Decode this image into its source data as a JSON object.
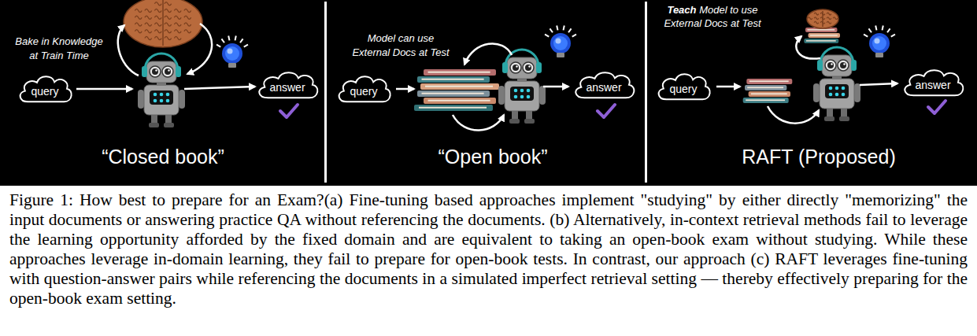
{
  "diagram": {
    "caption": "Figure 1: How best to prepare for an Exam?(a) Fine-tuning based approaches implement \"studying\" by either directly \"memorizing\" the input documents or answering practice QA without referencing the documents. (b) Alternatively, in-context retrieval methods fail to leverage the learning opportunity afforded by the fixed domain and are equivalent to taking an open-book exam without studying. While these approaches leverage in-domain learning, they fail to prepare for open-book tests. In contrast, our approach (c) RAFT leverages fine-tuning with question-answer pairs while referencing the documents in a simulated imperfect retrieval setting — thereby effectively preparing for the open-book exam setting.",
    "nodes": [
      {
        "text": [
          "query"
        ]
      },
      {
        "text": [
          "answer"
        ]
      },
      {
        "text": [
          "query"
        ]
      },
      {
        "text": [
          "answer"
        ]
      },
      {
        "text": [
          "query"
        ]
      },
      {
        "text": [
          "answer"
        ]
      }
    ],
    "labels": [
      "Bake in Knowledge at Train Time",
      "“Closed book”",
      "Model can use External Docs at Test",
      "“Open book”",
      "Teach",
      "Model to use External Docs at Test",
      "RAFT (Proposed)"
    ]
  }
}
